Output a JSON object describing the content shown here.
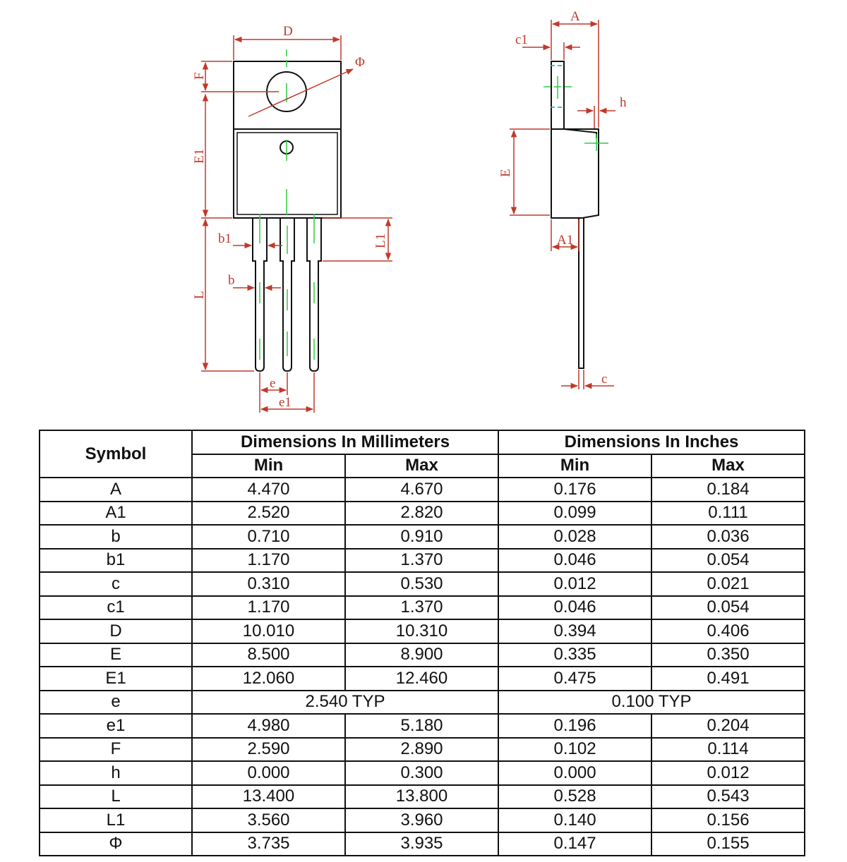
{
  "diagram": {
    "front_view_labels": {
      "D": "D",
      "Phi": "Φ",
      "F": "F",
      "E1": "E1",
      "b1": "b1",
      "b": "b",
      "L": "L",
      "L1": "L1",
      "e": "e",
      "e1": "e1"
    },
    "side_view_labels": {
      "A": "A",
      "c1": "c1",
      "h": "h",
      "E": "E",
      "A1": "A1",
      "c": "c"
    }
  },
  "table": {
    "header": {
      "symbol": "Symbol",
      "mm_group": "Dimensions In Millimeters",
      "in_group": "Dimensions In Inches",
      "min": "Min",
      "max": "Max"
    },
    "rows": [
      {
        "symbol": "A",
        "mm_min": "4.470",
        "mm_max": "4.670",
        "in_min": "0.176",
        "in_max": "0.184"
      },
      {
        "symbol": "A1",
        "mm_min": "2.520",
        "mm_max": "2.820",
        "in_min": "0.099",
        "in_max": "0.111"
      },
      {
        "symbol": "b",
        "mm_min": "0.710",
        "mm_max": "0.910",
        "in_min": "0.028",
        "in_max": "0.036"
      },
      {
        "symbol": "b1",
        "mm_min": "1.170",
        "mm_max": "1.370",
        "in_min": "0.046",
        "in_max": "0.054"
      },
      {
        "symbol": "c",
        "mm_min": "0.310",
        "mm_max": "0.530",
        "in_min": "0.012",
        "in_max": "0.021"
      },
      {
        "symbol": "c1",
        "mm_min": "1.170",
        "mm_max": "1.370",
        "in_min": "0.046",
        "in_max": "0.054"
      },
      {
        "symbol": "D",
        "mm_min": "10.010",
        "mm_max": "10.310",
        "in_min": "0.394",
        "in_max": "0.406"
      },
      {
        "symbol": "E",
        "mm_min": "8.500",
        "mm_max": "8.900",
        "in_min": "0.335",
        "in_max": "0.350"
      },
      {
        "symbol": "E1",
        "mm_min": "12.060",
        "mm_max": "12.460",
        "in_min": "0.475",
        "in_max": "0.491"
      },
      {
        "symbol": "e",
        "mm_typ": "2.540 TYP",
        "in_typ": "0.100 TYP"
      },
      {
        "symbol": "e1",
        "mm_min": "4.980",
        "mm_max": "5.180",
        "in_min": "0.196",
        "in_max": "0.204"
      },
      {
        "symbol": "F",
        "mm_min": "2.590",
        "mm_max": "2.890",
        "in_min": "0.102",
        "in_max": "0.114"
      },
      {
        "symbol": "h",
        "mm_min": "0.000",
        "mm_max": "0.300",
        "in_min": "0.000",
        "in_max": "0.012"
      },
      {
        "symbol": "L",
        "mm_min": "13.400",
        "mm_max": "13.800",
        "in_min": "0.528",
        "in_max": "0.543"
      },
      {
        "symbol": "L1",
        "mm_min": "3.560",
        "mm_max": "3.960",
        "in_min": "0.140",
        "in_max": "0.156"
      },
      {
        "symbol": "Φ",
        "mm_min": "3.735",
        "mm_max": "3.935",
        "in_min": "0.147",
        "in_max": "0.155"
      }
    ]
  }
}
